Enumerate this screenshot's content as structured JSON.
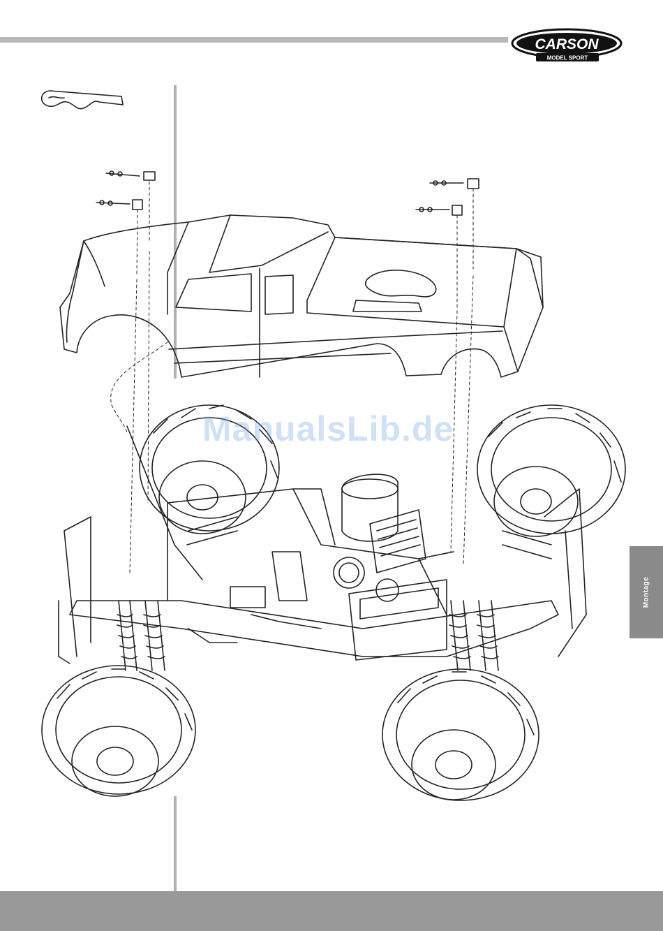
{
  "brand": {
    "name": "CARSON",
    "tagline": "MODEL SPORT"
  },
  "section_tab": {
    "label": "Montage"
  },
  "watermark": {
    "text": "ManualsLib.de"
  },
  "colors": {
    "rule_gray": "#b8b8b8",
    "tab_gray": "#8a8a8a",
    "footer_gray": "#999999",
    "line_art": "#222222"
  },
  "icons": [
    "body-clip-icon",
    "body-mount-clip-icon"
  ]
}
